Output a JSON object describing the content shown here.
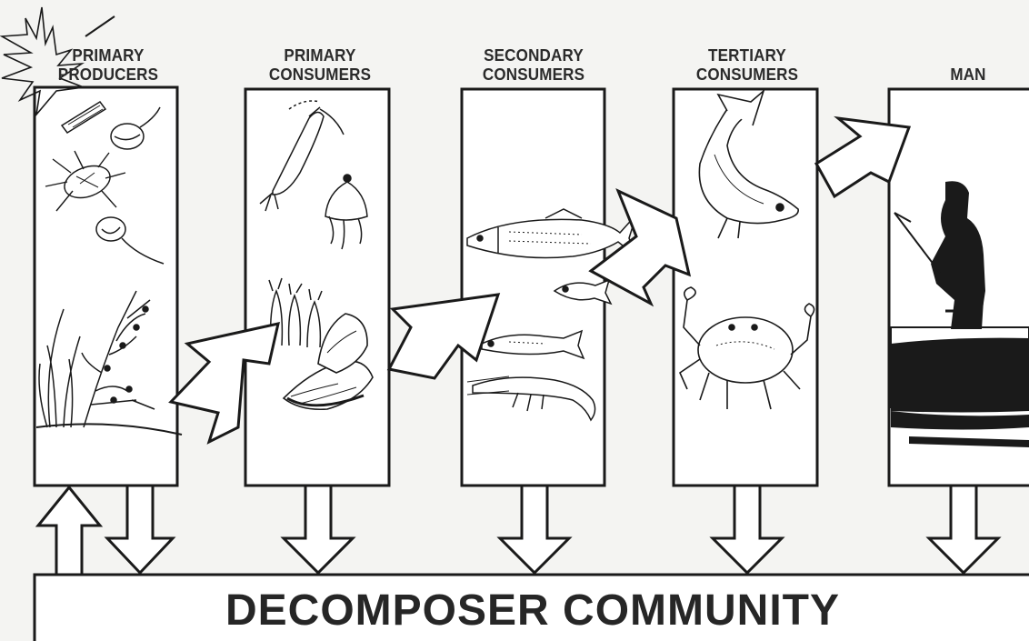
{
  "levels": [
    {
      "line1": "PRIMARY",
      "line2": "PRODUCERS"
    },
    {
      "line1": "PRIMARY",
      "line2": "CONSUMERS"
    },
    {
      "line1": "SECONDARY",
      "line2": "CONSUMERS"
    },
    {
      "line1": "TERTIARY",
      "line2": "CONSUMERS"
    },
    {
      "line1": "",
      "line2": "MAN"
    }
  ],
  "decomposer": {
    "label": "DECOMPOSER COMMUNITY"
  },
  "colors": {
    "ink": "#1a1a1a",
    "fill": "#ffffff",
    "background": "#f4f4f2"
  },
  "icons": [
    "sun-icon",
    "diatom-icon",
    "copepod-icon",
    "dinoflagellate-icon",
    "seaweed-icon",
    "shrimp-icon",
    "medusa-icon",
    "oyster-icon",
    "bryozoan-icon",
    "menhaden-fish-icon",
    "larval-fish-icon",
    "killifish-icon",
    "grass-shrimp-icon",
    "bluefish-icon",
    "blue-crab-icon",
    "fisherman-in-boat-icon"
  ]
}
